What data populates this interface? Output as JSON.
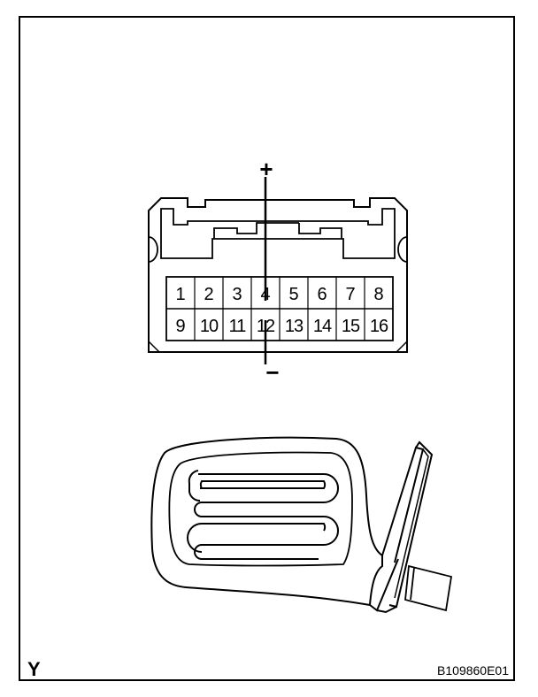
{
  "connector": {
    "pins_top": [
      "1",
      "2",
      "3",
      "4",
      "5",
      "6",
      "7",
      "8"
    ],
    "pins_bottom": [
      "9",
      "10",
      "11",
      "12",
      "13",
      "14",
      "15",
      "16"
    ],
    "positive_label": "+",
    "negative_label": "−"
  },
  "labels": {
    "corner_mark": "Y",
    "figure_code": "B109860E01"
  },
  "illustration": {
    "mirror_icon": "heated-mirror-icon"
  }
}
